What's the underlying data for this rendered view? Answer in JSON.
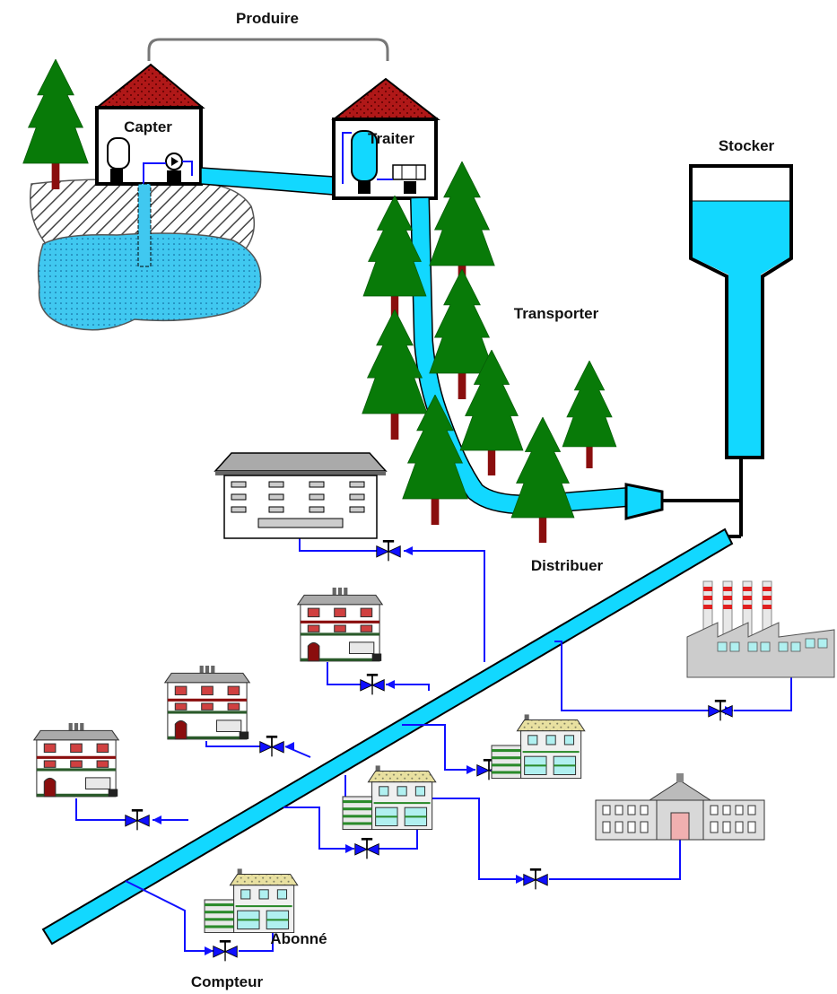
{
  "labels": {
    "produire": "Produire",
    "capter": "Capter",
    "traiter": "Traiter",
    "stocker": "Stocker",
    "transporter": "Transporter",
    "distribuer": "Distribuer",
    "abonne": "Abonné",
    "compteur": "Compteur"
  },
  "colors": {
    "water": "#12d8ff",
    "water_light": "#40c8f0",
    "pipe_blue": "#1010ff",
    "tree_green": "#087a08",
    "trunk": "#8a0e0e",
    "roof_red": "#b01818",
    "outline": "#000000"
  },
  "icons": {
    "pump": "pump-icon",
    "valve": "valve-icon",
    "tree": "pine-tree-icon"
  }
}
